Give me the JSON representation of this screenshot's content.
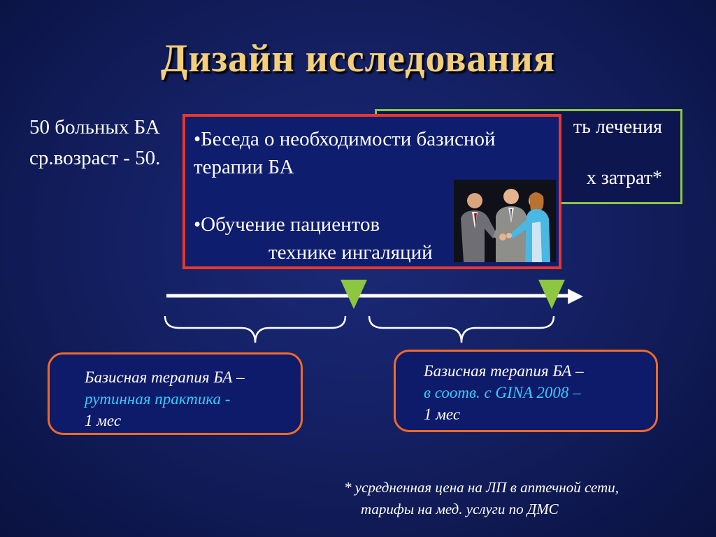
{
  "title": "Дизайн исследования",
  "patients": {
    "line1": "50 больных БА",
    "line2": "ср.возраст - 50."
  },
  "outcomes_box": {
    "line1_visible": "ть лечения",
    "line2_visible": "х затрат*"
  },
  "intervention_box": {
    "item1_line1": "•Беседа о необходимости базисной",
    "item1_line2": "терапии БА",
    "item2_line1": "•Обучение пациентов",
    "item2_line2": "технике ингаляций"
  },
  "phase1": {
    "line1": "Базисная терапия БА –",
    "line2": "рутинная практика  -",
    "line3": "1 мес"
  },
  "phase2": {
    "line1": "Базисная терапия БА –",
    "line2": "в соотв. с GINA 2008 –",
    "line3": "1 мес"
  },
  "footnote": {
    "line1": "* усредненная цена на ЛП в аптечной сети,",
    "line2": "тарифы на мед. услуги по ДМС"
  },
  "colors": {
    "title": "#f3cf7a",
    "marker": "#8dc63f",
    "red_border": "#e8382b",
    "orange_border": "#f06a28",
    "cyan_text": "#33ccff"
  },
  "icons": [
    "business-people-handshake-picture",
    "down-triangle-marker",
    "timeline-arrow",
    "curly-brace"
  ]
}
